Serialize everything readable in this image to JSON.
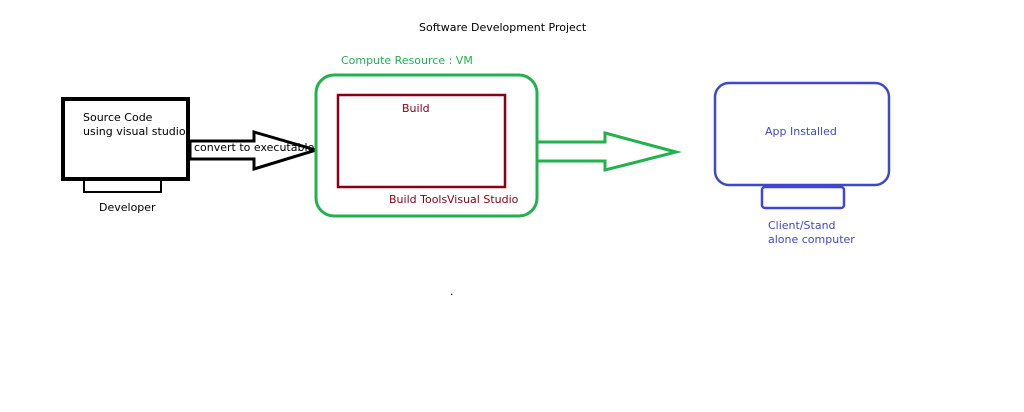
{
  "title": "Software Development Project",
  "developer": {
    "screen_text_line1": "Source Code",
    "screen_text_line2": "using visual studio",
    "label": "Developer"
  },
  "arrow_in_label": "convert to executable",
  "compute": {
    "label": "Compute Resource : VM",
    "build_label": "Build",
    "build_tools_label": "Build Tools",
    "visual_studio_label": "Visual Studio"
  },
  "client": {
    "screen_text": "App Installed",
    "label_line1": "Client/Stand",
    "label_line2": "alone computer"
  },
  "stray_mark": ".",
  "colors": {
    "developer": "#000000",
    "compute": "#22b14c",
    "build": "#880015",
    "client": "#3f48cc"
  }
}
